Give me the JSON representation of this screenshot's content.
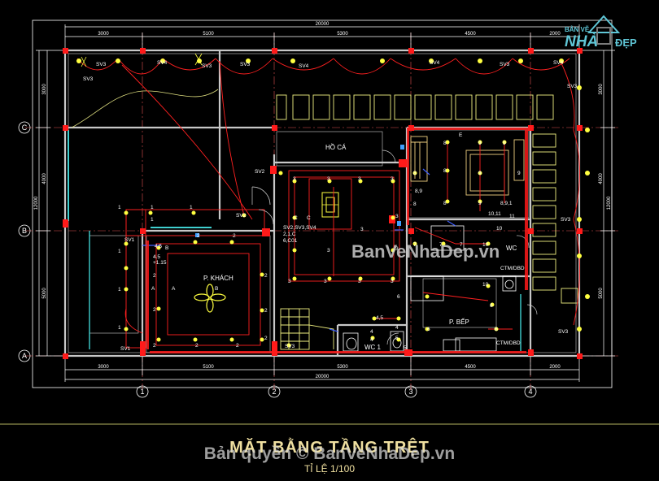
{
  "drawing": {
    "title": "MẶT BẰNG TẦNG TRỆT",
    "scale": "TỈ LỆ 1/100",
    "watermark_bottom": "Bản quyền © BanVeNhaDep.vn",
    "watermark_center": "BanVeNhaDep.vn"
  },
  "logo": {
    "top": "BẢN VẼ",
    "nha": "NHÀ",
    "dep": "ĐẸP"
  },
  "dimensions": {
    "top_total": "20000",
    "top_segments": [
      "3000",
      "5100",
      "5300",
      "4500",
      "2000"
    ],
    "bottom_total": "20000",
    "bottom_segments": [
      "3000",
      "5100",
      "5300",
      "4500",
      "2000"
    ],
    "left_total": "12000",
    "left_segments": [
      "3000",
      "4000",
      "5000"
    ],
    "right_total": "12000",
    "right_segments": [
      "3000",
      "4000",
      "5000"
    ]
  },
  "grid_axes": {
    "columns": [
      "1",
      "2",
      "3",
      "4"
    ],
    "rows": [
      "C",
      "B",
      "A"
    ]
  },
  "rooms": {
    "living": "P. KHÁCH",
    "pond": "HỒ CÁ",
    "kitchen": "P. BẾP",
    "wc1": "WC 1",
    "wc2": "WC",
    "meter1": "CTM/DBD",
    "meter2": "CTM/DBD"
  },
  "switch_labels": {
    "top_row": [
      "SV3",
      "SV3",
      "SV4",
      "SV3",
      "SV3",
      "SV4",
      "SV4",
      "SV3",
      "SV4"
    ],
    "misc": [
      "SV2",
      "SV2",
      "SV2,SV3,SV4",
      "SV1",
      "SV1",
      "SV3",
      "SV3",
      "SV3",
      "SV3"
    ],
    "circuit_e": "E",
    "points_a": [
      "A",
      "A",
      "B",
      "B",
      "C",
      "C"
    ]
  },
  "circuit_numbers": {
    "left_room": [
      "1",
      "1",
      "1",
      "1",
      "1",
      "1",
      "1"
    ],
    "living": [
      "2",
      "2",
      "2",
      "2",
      "2",
      "2",
      "2",
      "2",
      "2",
      "2"
    ],
    "hall": [
      "3",
      "3",
      "3",
      "3",
      "3",
      "3",
      "3",
      "3",
      "3",
      "3",
      "3",
      "3"
    ],
    "bedroom": [
      "8",
      "8",
      "8",
      "8",
      "8",
      "9",
      "9",
      "9",
      "9",
      "9"
    ],
    "service": [
      "7",
      "7",
      "7",
      "6",
      "6",
      "6",
      "6",
      "10",
      "10",
      "10",
      "11"
    ],
    "wc": [
      "4",
      "4",
      "5",
      "4,5",
      "4",
      "5"
    ],
    "combined": [
      "4,5",
      "8,9",
      "8,9,1",
      "10,11",
      "2,1,C",
      "6,C01",
      "4.5",
      "+1.15"
    ]
  },
  "colors": {
    "wall": "#c8c8c8",
    "column": "#ff1a1a",
    "wire": "#ff2020",
    "fixture": "#ffff40",
    "dimension": "#ffffff",
    "outline": "#f0f080",
    "grid_axis": "#ff4040",
    "logo": "#5fc6d6"
  }
}
